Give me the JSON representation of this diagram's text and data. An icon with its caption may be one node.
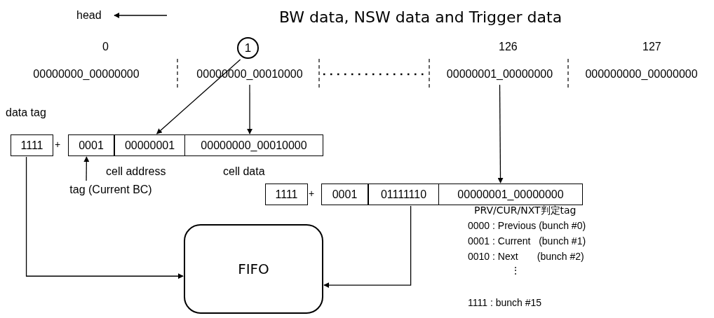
{
  "diagram": {
    "title": "BW data, NSW data and Trigger data",
    "nodes": [
      {
        "text": [
          "1"
        ]
      },
      {
        "text": [
          "00000000_00000000"
        ],
        "beside": [
          "0"
        ]
      },
      {
        "text": [
          "00000000_00010000"
        ]
      },
      {
        "text": [
          "00000001_00000000"
        ],
        "beside": [
          "126"
        ]
      },
      {
        "text": [
          "000000000_00000000"
        ],
        "beside": [
          "127"
        ]
      },
      {
        "text": [
          "1111"
        ],
        "beside": [
          "data tag"
        ]
      },
      {
        "text": [
          "0001"
        ]
      },
      {
        "text": [
          "00000001"
        ],
        "beside": [
          "cell address"
        ]
      },
      {
        "text": [
          "00000000_00010000"
        ],
        "beside": [
          "cell data"
        ]
      },
      {
        "text": [
          "tag (Current BC)"
        ]
      },
      {
        "text": [
          "1111"
        ]
      },
      {
        "text": [
          "0001"
        ]
      },
      {
        "text": [
          "01111110"
        ]
      },
      {
        "text": [
          "00000001_00000000"
        ]
      },
      {
        "text": [
          "FIFO"
        ]
      }
    ],
    "edges": [
      {
        "from": 0,
        "to": 7,
        "arrow": "to"
      },
      {
        "from": 2,
        "to": 8,
        "arrow": "to"
      },
      {
        "from": 3,
        "to": 13,
        "arrow": "to"
      },
      {
        "from": 9,
        "to": 6,
        "arrow": "to"
      },
      {
        "from": 5,
        "to": 14,
        "arrow": "to"
      },
      {
        "from": 12,
        "to": 14,
        "arrow": "to"
      }
    ],
    "labels": [
      "head",
      "+",
      "+",
      "PRV/CUR/NXT判定tag",
      "0000 : Previous (bunch #0)",
      "0001 : Current   (bunch #1)",
      "0010 : Next       (bunch #2)",
      "⋮",
      "1111 : bunch #15"
    ]
  }
}
